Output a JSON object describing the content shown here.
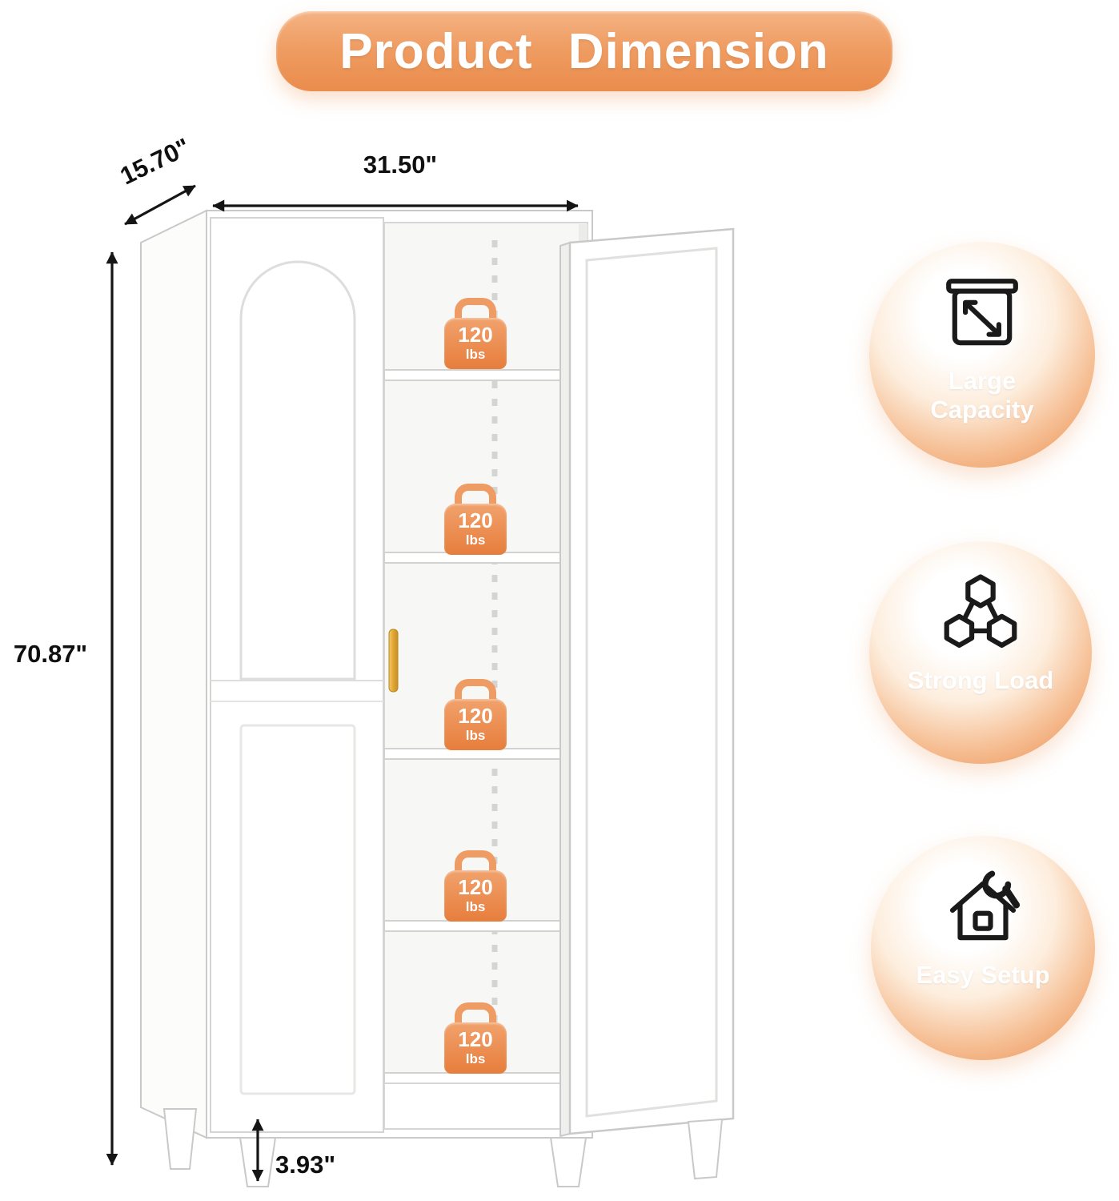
{
  "banner": {
    "title": "Product Dimension"
  },
  "dimensions": {
    "depth_label": "15.70\"",
    "width_label": "31.50\"",
    "height_label": "70.87\"",
    "leg_height_label": "3.93\""
  },
  "shelf_capacity": {
    "value": "120",
    "unit": "lbs",
    "shelf_count": 5
  },
  "features": [
    {
      "label": "Large Capacity",
      "icon": "expand-box-icon"
    },
    {
      "label": "Strong Load",
      "icon": "hexagon-molecule-icon"
    },
    {
      "label": "Easy Setup",
      "icon": "house-wrench-icon"
    }
  ],
  "colors": {
    "accent_orange": "#ED9456",
    "banner_gradient_top": "#F4B383",
    "banner_gradient_bottom": "#EA8C4C",
    "weight_badge_orange": "#EA884A",
    "handle_gold": "#D99F2F",
    "cabinet_outline_gray": "#C9C9C9",
    "text_black": "#0F0F0F",
    "label_white": "#FFFFFF"
  }
}
